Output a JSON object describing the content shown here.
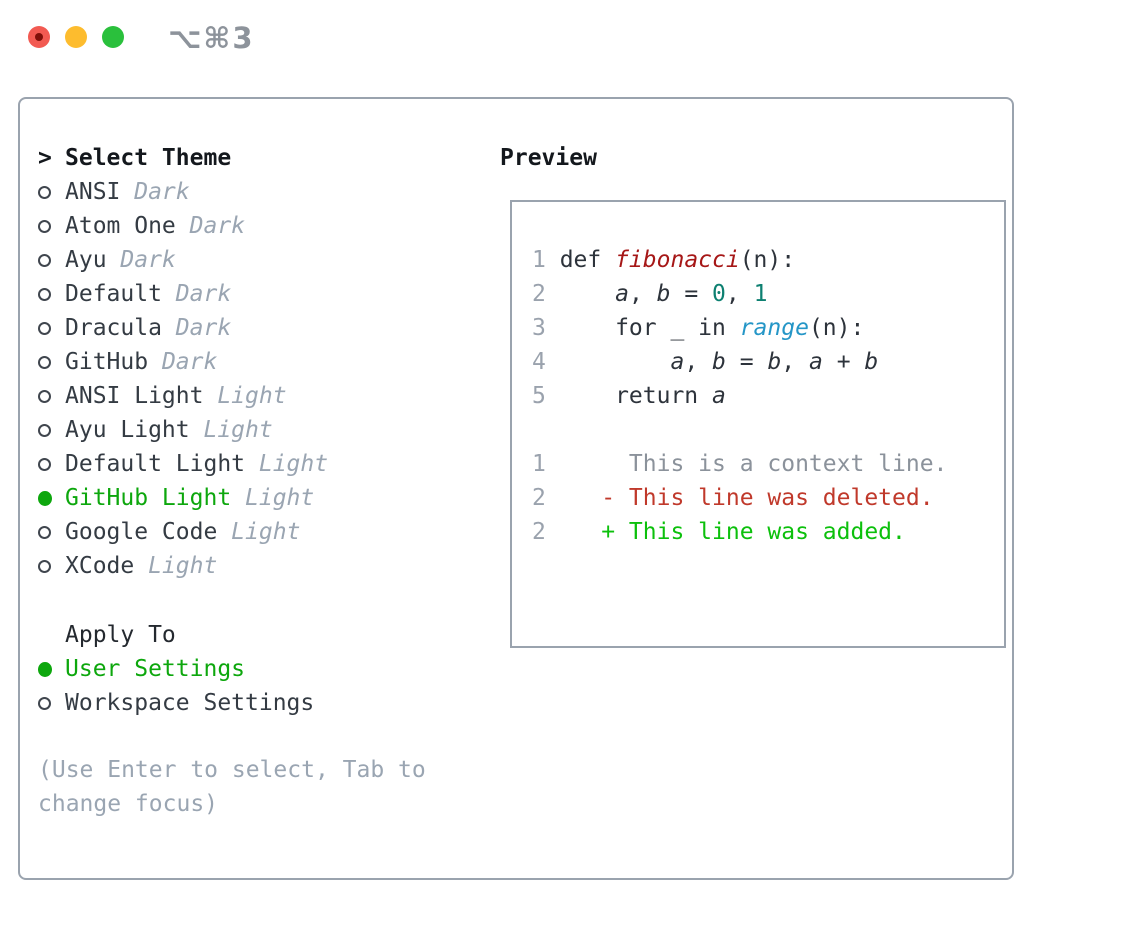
{
  "window": {
    "title": "⌥⌘3"
  },
  "colors": {
    "accent_green": "#0da70d",
    "added_green": "#0cc00c",
    "deleted_red": "#c0392b",
    "function_red": "#a61717",
    "number_teal": "#0d8071",
    "builtin_blue": "#2596c7",
    "muted_gray": "#9aa5b2",
    "border_gray": "#9aa3ae",
    "traffic_red": "#f25a52",
    "traffic_yellow": "#fdbc2e",
    "traffic_green": "#2ac03c"
  },
  "left": {
    "prompt": ">",
    "title": "Select Theme",
    "themes": [
      {
        "name": "ANSI",
        "variant": "Dark",
        "selected": false
      },
      {
        "name": "Atom One",
        "variant": "Dark",
        "selected": false
      },
      {
        "name": "Ayu",
        "variant": "Dark",
        "selected": false
      },
      {
        "name": "Default",
        "variant": "Dark",
        "selected": false
      },
      {
        "name": "Dracula",
        "variant": "Dark",
        "selected": false
      },
      {
        "name": "GitHub",
        "variant": "Dark",
        "selected": false
      },
      {
        "name": "ANSI Light",
        "variant": "Light",
        "selected": false
      },
      {
        "name": "Ayu Light",
        "variant": "Light",
        "selected": false
      },
      {
        "name": "Default Light",
        "variant": "Light",
        "selected": false
      },
      {
        "name": "GitHub Light",
        "variant": "Light",
        "selected": true
      },
      {
        "name": "Google Code",
        "variant": "Light",
        "selected": false
      },
      {
        "name": "XCode",
        "variant": "Light",
        "selected": false
      }
    ],
    "apply_to": {
      "title": "Apply To",
      "options": [
        {
          "name": "User Settings",
          "selected": true
        },
        {
          "name": "Workspace Settings",
          "selected": false
        }
      ]
    },
    "hint": "(Use Enter to select, Tab to change focus)"
  },
  "preview": {
    "title": "Preview",
    "code_lines": [
      {
        "num": "1",
        "segments": [
          {
            "t": "def ",
            "s": "p"
          },
          {
            "t": "fibonacci",
            "s": "fn"
          },
          {
            "t": "(n):",
            "s": "p"
          }
        ]
      },
      {
        "num": "2",
        "segments": [
          {
            "t": "    ",
            "s": "p"
          },
          {
            "t": "a",
            "s": "v"
          },
          {
            "t": ", ",
            "s": "p"
          },
          {
            "t": "b",
            "s": "v"
          },
          {
            "t": " = ",
            "s": "p"
          },
          {
            "t": "0",
            "s": "num"
          },
          {
            "t": ", ",
            "s": "p"
          },
          {
            "t": "1",
            "s": "num"
          }
        ]
      },
      {
        "num": "3",
        "segments": [
          {
            "t": "    for _ in ",
            "s": "p"
          },
          {
            "t": "range",
            "s": "bi"
          },
          {
            "t": "(n):",
            "s": "p"
          }
        ]
      },
      {
        "num": "4",
        "segments": [
          {
            "t": "        ",
            "s": "p"
          },
          {
            "t": "a",
            "s": "v"
          },
          {
            "t": ", ",
            "s": "p"
          },
          {
            "t": "b",
            "s": "v"
          },
          {
            "t": " = ",
            "s": "p"
          },
          {
            "t": "b",
            "s": "v"
          },
          {
            "t": ", ",
            "s": "p"
          },
          {
            "t": "a",
            "s": "v"
          },
          {
            "t": " + ",
            "s": "p"
          },
          {
            "t": "b",
            "s": "v"
          }
        ]
      },
      {
        "num": "5",
        "segments": [
          {
            "t": "    return ",
            "s": "p"
          },
          {
            "t": "a",
            "s": "v"
          }
        ]
      },
      {
        "num": "",
        "segments": []
      },
      {
        "num": "1",
        "segments": [
          {
            "t": "     This is a context line.",
            "s": "ctx"
          }
        ]
      },
      {
        "num": "2",
        "segments": [
          {
            "t": "   - This line was deleted.",
            "s": "del"
          }
        ]
      },
      {
        "num": "2",
        "segments": [
          {
            "t": "   + This line was added.",
            "s": "add"
          }
        ]
      }
    ]
  }
}
